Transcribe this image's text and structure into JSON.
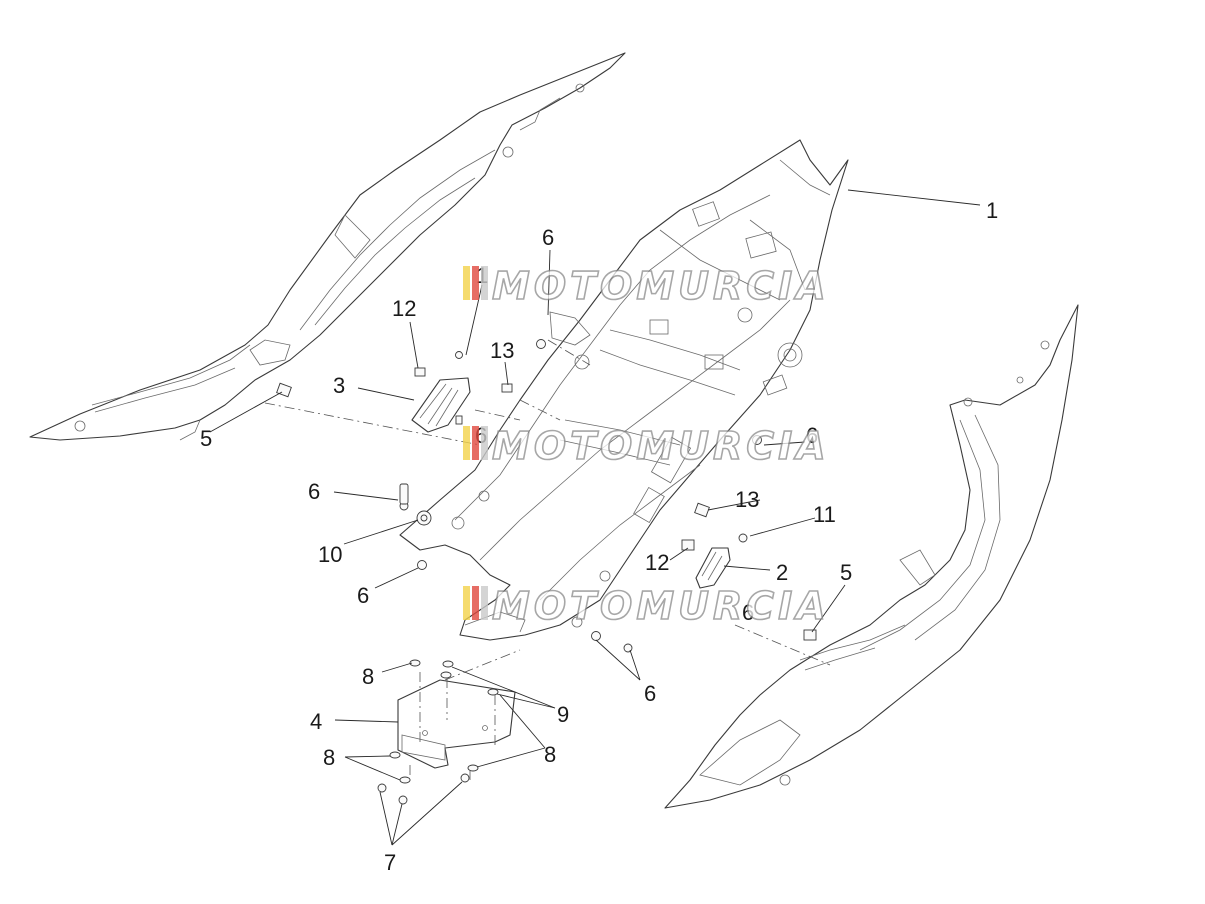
{
  "callouts": [
    {
      "id": "c1",
      "text": "1"
    },
    {
      "id": "c1b",
      "text": "1"
    },
    {
      "id": "c2",
      "text": "2"
    },
    {
      "id": "c3",
      "text": "3"
    },
    {
      "id": "c4",
      "text": "4"
    },
    {
      "id": "c5a",
      "text": "5"
    },
    {
      "id": "c5b",
      "text": "5"
    },
    {
      "id": "c6a",
      "text": "6"
    },
    {
      "id": "c6b",
      "text": "6"
    },
    {
      "id": "c6c",
      "text": "6"
    },
    {
      "id": "c6d",
      "text": "6"
    },
    {
      "id": "c6e",
      "text": "6"
    },
    {
      "id": "c6f",
      "text": "6"
    },
    {
      "id": "c6g",
      "text": "6"
    },
    {
      "id": "c7",
      "text": "7"
    },
    {
      "id": "c8a",
      "text": "8"
    },
    {
      "id": "c8b",
      "text": "8"
    },
    {
      "id": "c8c",
      "text": "8"
    },
    {
      "id": "c9",
      "text": "9"
    },
    {
      "id": "c10",
      "text": "10"
    },
    {
      "id": "c11",
      "text": "11"
    },
    {
      "id": "c12a",
      "text": "12"
    },
    {
      "id": "c12b",
      "text": "12"
    },
    {
      "id": "c13a",
      "text": "13"
    },
    {
      "id": "c13b",
      "text": "13"
    }
  ],
  "watermark": {
    "text": "MOTOMURCIA",
    "stripe_colors": [
      "#f2d24a",
      "#e0483f",
      "#c9c9c9"
    ]
  }
}
